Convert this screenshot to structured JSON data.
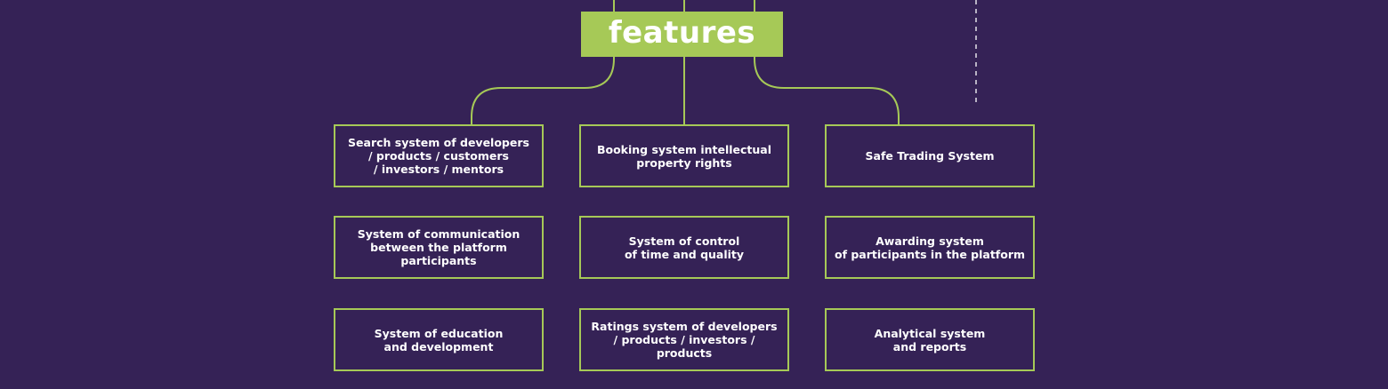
{
  "diagram": {
    "header": {
      "title": "features"
    },
    "features": [
      {
        "label": "Search system of developers\n/ products / customers\n/ investors / mentors"
      },
      {
        "label": "Booking system intellectual\nproperty rights"
      },
      {
        "label": "Safe Trading System"
      },
      {
        "label": "System of communication\nbetween the platform participants"
      },
      {
        "label": "System of control\nof time and quality"
      },
      {
        "label": "Awarding system\nof participants in the platform"
      },
      {
        "label": "System of education\nand development"
      },
      {
        "label": "Ratings system of developers\n/ products / investors /\nproducts"
      },
      {
        "label": "Analytical system\nand reports"
      }
    ],
    "colors": {
      "background": "#352256",
      "accent": "#a6c957",
      "dashed_line": "#b8b2c4",
      "text": "#ffffff"
    }
  }
}
